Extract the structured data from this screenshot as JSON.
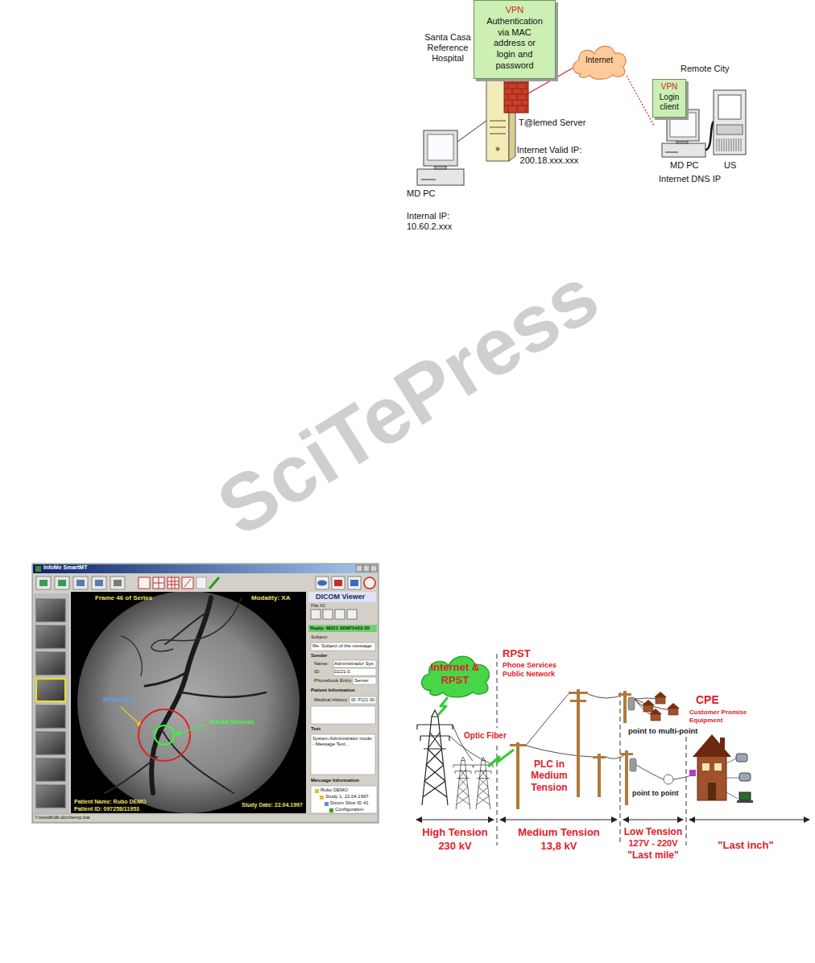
{
  "diagram": {
    "nodes": [
      {
        "text": [
          "VPN",
          "Authentication via MAC address or login and password"
        ]
      },
      {
        "text": [
          "Internet"
        ]
      },
      {
        "text": [
          "VPN",
          "Login client"
        ]
      },
      {
        "text": [
          "Internet & RPST"
        ]
      }
    ],
    "labels": [
      "Santa Casa Reference Hospital",
      "T@lemed Server",
      "Internet Valid IP: 200.18.xxx.xxx",
      "MD PC",
      "Internal IP: 10.60.2.xxx",
      "Remote City",
      "MD PC",
      "Internet DNS IP",
      "US",
      "InfoMe SmartMT",
      "Frame 46 of Series",
      "Modality: XA",
      "Where this ?",
      "Arterial Stenosis",
      "Patient Name: Rubo DEMO",
      "Patient ID: 097258/11953",
      "Study Date: 22.04.1997",
      "DICOM Viewer",
      "File IO",
      "Reply: M221 SD6F5422-35",
      "Subject:",
      "Re: Subject of the message",
      "Sender",
      "Name:",
      "Administrador Sys",
      "ID:",
      "D221-0",
      "Phonebook Entry:",
      "Server",
      "Patient Information",
      "Medical History:",
      "ID: P221 00",
      "Text",
      "System Administrator mode: - Message Text...",
      "Message Information",
      "Rubo DEMO",
      "Study 1, 22.04.1997",
      "Dicom Slice ID 41",
      "Configuration",
      "f:\\testdb\\db.dcm\\temp.bat",
      "RPST",
      "Phone Services Public Network",
      "Optic Fiber",
      "PLC in Medium Tension",
      "point to multi-point",
      "point to point",
      "CPE",
      "Customer Promise Equipment",
      "High Tension",
      "230 kV",
      "Medium Tension",
      "13,8 kV",
      "Low Tension",
      "127V - 220V",
      "\"Last mile\"",
      "\"Last inch\"",
      "SciTePress"
    ]
  }
}
